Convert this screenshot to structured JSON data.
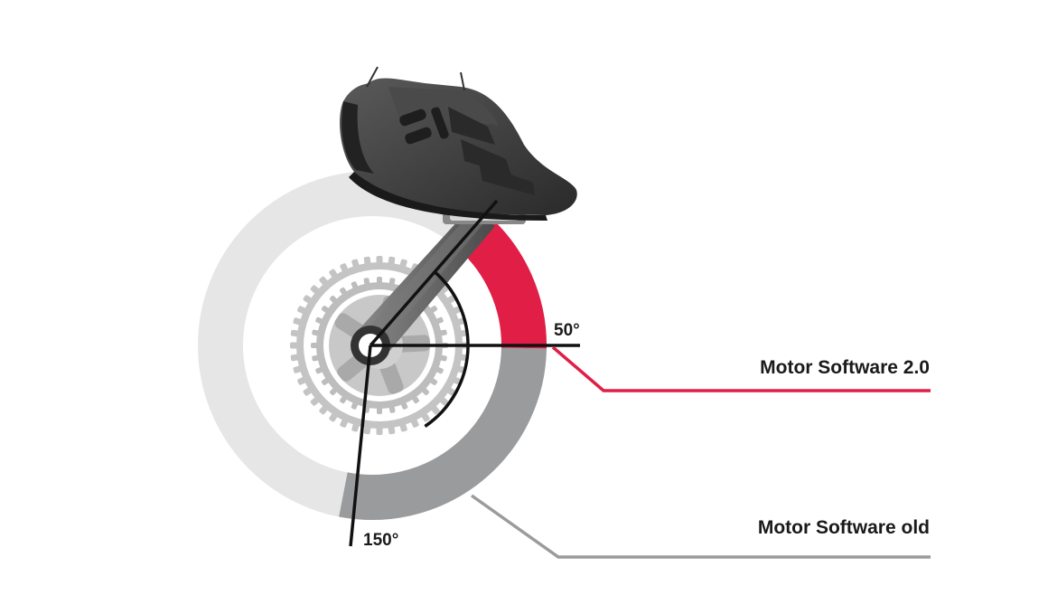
{
  "legend": {
    "new_label": "Motor Software 2.0",
    "old_label": "Motor Software old"
  },
  "angles": {
    "new_label": "50°",
    "old_label": "150°",
    "new_value_deg": 50,
    "old_value_deg": 150
  },
  "colors": {
    "new": "#e01e46",
    "old": "#9a9b9d",
    "ring_light": "#e6e6e6",
    "lines": "#111111",
    "chainring": "#c4c4c4",
    "crank": "#666666",
    "shoe": "#3c3c3c"
  }
}
